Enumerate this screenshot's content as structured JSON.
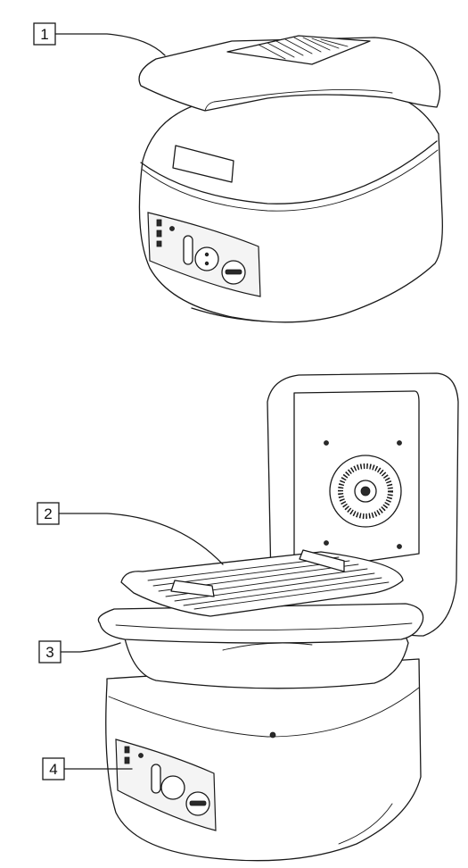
{
  "colors": {
    "line": "#1a1a1a",
    "background": "#ffffff"
  },
  "callouts": [
    {
      "number": "1",
      "target": "lid"
    },
    {
      "number": "2",
      "target": "grill-rack"
    },
    {
      "number": "3",
      "target": "cooking-pot"
    },
    {
      "number": "4",
      "target": "main-unit"
    }
  ]
}
